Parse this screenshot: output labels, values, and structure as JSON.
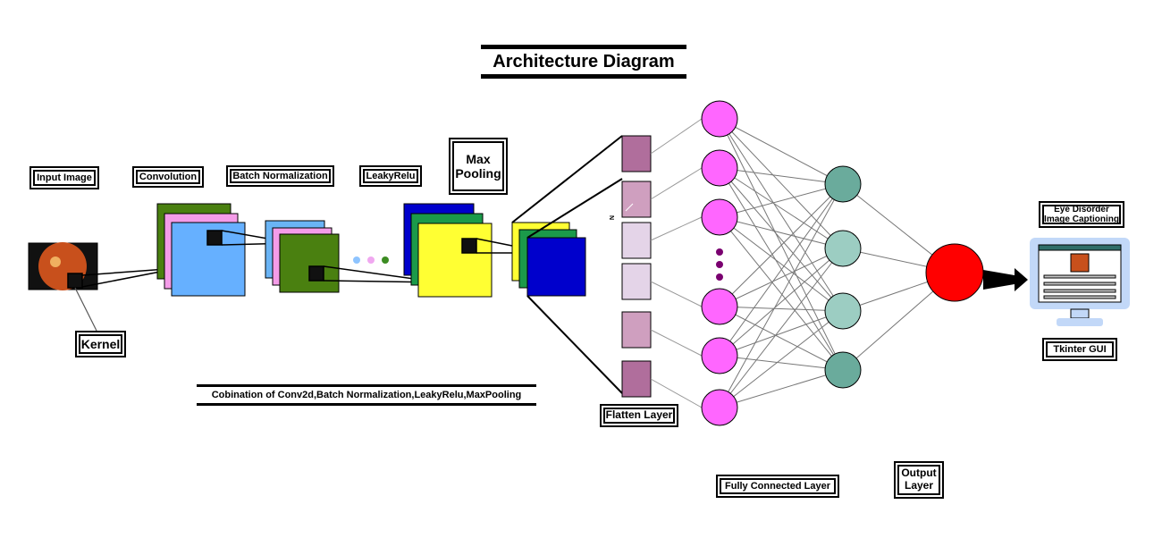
{
  "title": "Architecture Diagram",
  "labels": {
    "input_image": "Input Image",
    "convolution": "Convolution",
    "batch_norm": "Batch Normalization",
    "leaky_relu": "LeakyRelu",
    "max_pooling": "Max Pooling",
    "kernel": "Kernel",
    "combination": "Cobination of Conv2d,Batch Normalization,LeakyRelu,MaxPooling",
    "flatten_layer": "Flatten Layer",
    "flatten_tag": "N",
    "fully_connected": "Fully Connected Layer",
    "output_layer": "Output Layer",
    "gui_title": "Eye Disorder Image Captioning",
    "tkinter_gui": "Tkinter GUI"
  },
  "colors": {
    "conv_green": "#4a8010",
    "conv_pink": "#f49ce8",
    "conv_blue": "#66b0ff",
    "bn_blue": "#6ab4f5",
    "bn_pink": "#f49ce8",
    "bn_green": "#4a8010",
    "pool_blue": "#0000cc",
    "pool_green": "#1b9a4a",
    "pool_yellow": "#ffff33",
    "dot_blue": "#8ec4ff",
    "dot_pink": "#f0a8f0",
    "dot_green": "#3c8c22",
    "flatten_dark": "#b06e9c",
    "flatten_mid": "#cf9fbf",
    "flatten_light": "#e4d4e8",
    "fc_node": "#ff66ff",
    "hidden_node": "#6aab9c",
    "hidden_node_light": "#9ccdc2",
    "ellipsis_dot": "#7a0070",
    "output_node": "#ff0000",
    "monitor": "#c2d8f8",
    "fundus": "#c8501c"
  }
}
